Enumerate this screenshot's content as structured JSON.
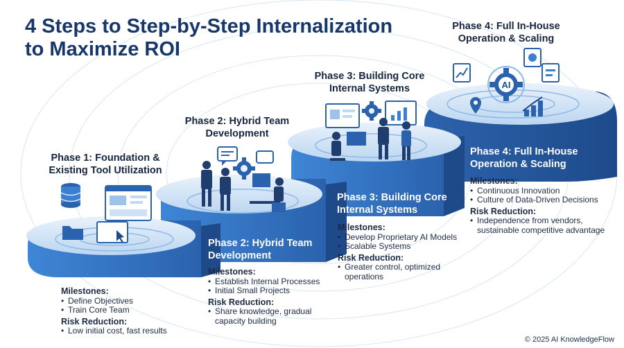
{
  "title": "4 Steps to Step-by-Step Internalization to Maximize ROI",
  "footer": "© 2025 AI KnowledgeFlow",
  "colors": {
    "title": "#17376b",
    "step_dark": "#1f4f94",
    "step_mid": "#3b7fd0",
    "step_light": "#cfe1f4",
    "ring": "#9ec3ea"
  },
  "phases": [
    {
      "label_top": "Phase 1: Foundation & Existing Tool Utilization",
      "milestones_label": "Milestones:",
      "milestones": [
        "Define Objectives",
        "Train Core Team"
      ],
      "risk_label": "Risk Reduction:",
      "risk": [
        "Low initial cost, fast results"
      ],
      "icons": [
        "database-icon",
        "browser-window-icon",
        "folder-icon",
        "cursor-icon"
      ]
    },
    {
      "label_top": "Phase 2: Hybrid Team Development",
      "label_front": "Phase 2: Hybrid Team Development",
      "milestones_label": "Milestones:",
      "milestones": [
        "Establish Internal Processes",
        "Initial Small Projects"
      ],
      "risk_label": "Risk Reduction:",
      "risk": [
        "Share knowledge, gradual capacity building"
      ],
      "icons": [
        "team-people-icon",
        "gear-icon",
        "chat-bubble-icon"
      ]
    },
    {
      "label_top": "Phase 3: Building Core Internal Systems",
      "label_front": "Phase 3: Building Core Internal Systems",
      "milestones_label": "Milestones:",
      "milestones": [
        "Develop Proprietary AI Models",
        "Scalable Systems"
      ],
      "risk_label": "Risk Reduction:",
      "risk": [
        "Greater control, optimized operations"
      ],
      "icons": [
        "dashboard-screen-icon",
        "gear-icon",
        "engineer-people-icon"
      ]
    },
    {
      "label_top": "Phase 4: Full In-House Operation & Scaling",
      "label_front": "Phase 4: Full In-House Operation & Scaling",
      "milestones_label": "Milestones:",
      "milestones": [
        "Continuous Innovation",
        "Culture of Data-Driven Decisions"
      ],
      "risk_label": "Risk Reduction:",
      "risk": [
        "Independence from vendors, sustainable competitive advantage"
      ],
      "icons": [
        "ai-gear-icon",
        "growth-chart-icon",
        "location-pin-icon"
      ]
    }
  ]
}
